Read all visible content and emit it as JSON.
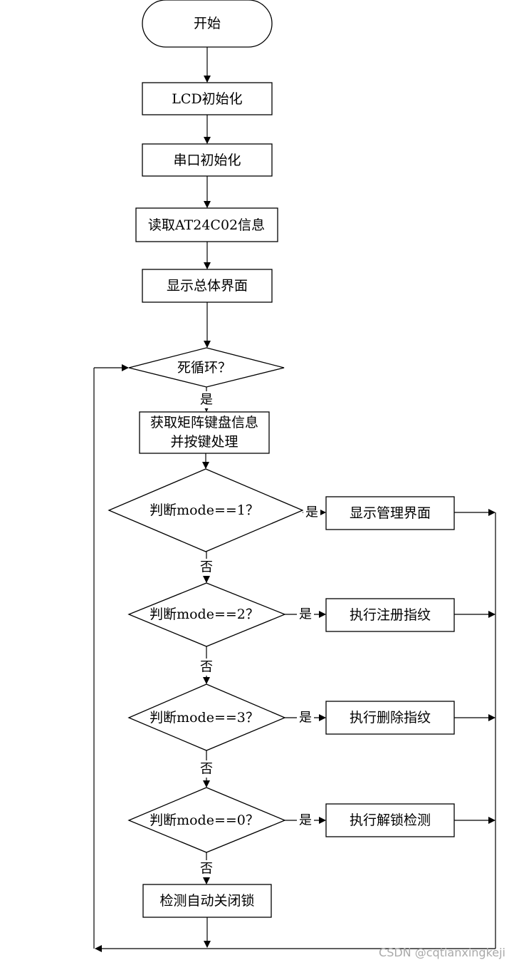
{
  "nodes": {
    "start": "开始",
    "lcd_init": "LCD初始化",
    "serial_init": "串口初始化",
    "read_at24c02": "读取AT24C02信息",
    "show_main_ui": "显示总体界面",
    "loop_q": "死循环？",
    "keypad_1": "获取矩阵键盘信息",
    "keypad_2": "并按键处理",
    "mode1_q": "判断mode==1？",
    "mode1_act": "显示管理界面",
    "mode2_q": "判断mode==2？",
    "mode2_act": "执行注册指纹",
    "mode3_q": "判断mode==3？",
    "mode3_act": "执行删除指纹",
    "mode0_q": "判断mode==0？",
    "mode0_act": "执行解锁检测",
    "auto_lock": "检测自动关闭锁"
  },
  "labels": {
    "yes": "是",
    "no": "否"
  },
  "watermark": "CSDN @cqtianxingkeji"
}
